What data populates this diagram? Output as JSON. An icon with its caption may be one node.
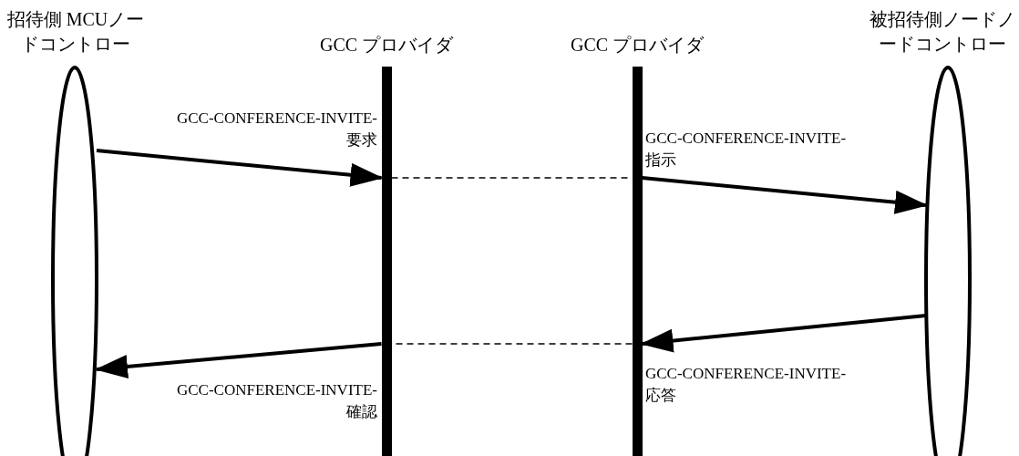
{
  "diagram": {
    "nodes": [
      {
        "text": [
          "招待側 MCUノードコントロー"
        ]
      },
      {
        "text": [
          "GCC プロバイダ"
        ]
      },
      {
        "text": [
          "GCC プロバイダ"
        ]
      },
      {
        "text": [
          "被招待側ノードノードコントロー"
        ]
      }
    ],
    "edges": [
      {
        "from": 0,
        "to": 1,
        "arrow": "to",
        "label": "GCC-CONFERENCE-INVITE-要求"
      },
      {
        "from": 1,
        "to": 2,
        "arrow": "none",
        "style": "dashed"
      },
      {
        "from": 2,
        "to": 3,
        "arrow": "to",
        "label": "GCC-CONFERENCE-INVITE-指示"
      },
      {
        "from": 3,
        "to": 2,
        "arrow": "to",
        "label": "GCC-CONFERENCE-INVITE-応答"
      },
      {
        "from": 2,
        "to": 1,
        "arrow": "none",
        "style": "dashed"
      },
      {
        "from": 1,
        "to": 0,
        "arrow": "to",
        "label": "GCC-CONFERENCE-INVITE-確認"
      }
    ]
  }
}
